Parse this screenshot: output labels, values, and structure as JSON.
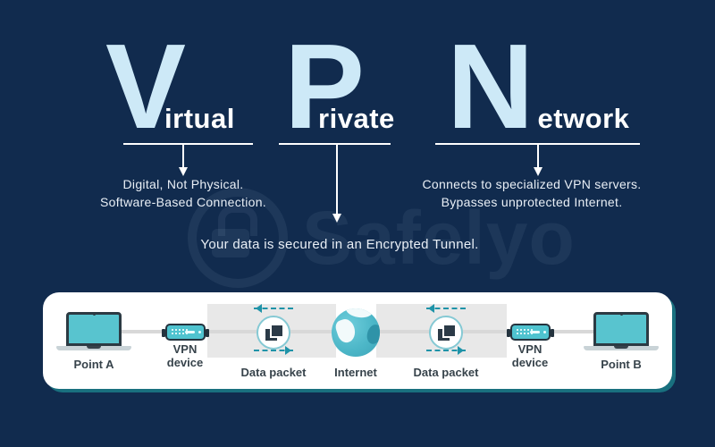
{
  "title": {
    "items": [
      {
        "letter": "V",
        "word": "irtual"
      },
      {
        "letter": "P",
        "word": "rivate"
      },
      {
        "letter": "N",
        "word": "etwork"
      }
    ]
  },
  "annotations": {
    "virtual_line1": "Digital, Not Physical.",
    "virtual_line2": "Software-Based Connection.",
    "network_line1": "Connects to specialized VPN servers.",
    "network_line2": "Bypasses unprotected Internet.",
    "private_note": "Your data is secured in an Encrypted Tunnel."
  },
  "watermark": {
    "brand": "Safelyo"
  },
  "diagram": {
    "point_a": "Point A",
    "vpn_left_line1": "VPN",
    "vpn_left_line2": "device",
    "packet_left": "Data packet",
    "internet": "Internet",
    "packet_right": "Data packet",
    "vpn_right_line1": "VPN",
    "vpn_right_line2": "device",
    "point_b": "Point B"
  },
  "colors": {
    "background": "#112B4E",
    "accent_letter": "#CDE9F7",
    "device_teal": "#4FC3CF",
    "panel_shadow_teal": "#19707F",
    "dashed_arrow_teal": "#1F93A8"
  }
}
